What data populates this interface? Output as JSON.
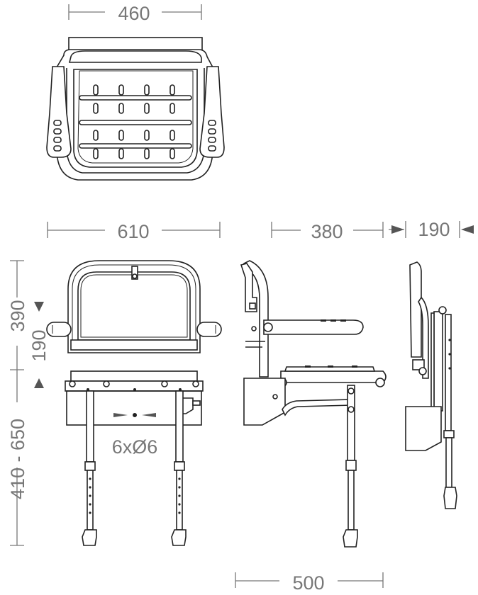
{
  "dimensions": {
    "top_width": "460",
    "front_width": "610",
    "side_depth": "380",
    "folded_depth": "190",
    "backrest_height": "390",
    "armrest_height": "190",
    "seat_height_range": "410 - 650",
    "holes": "6xØ6",
    "leg_depth": "500"
  },
  "colors": {
    "line": "#222222",
    "dimension_text": "#777777"
  }
}
